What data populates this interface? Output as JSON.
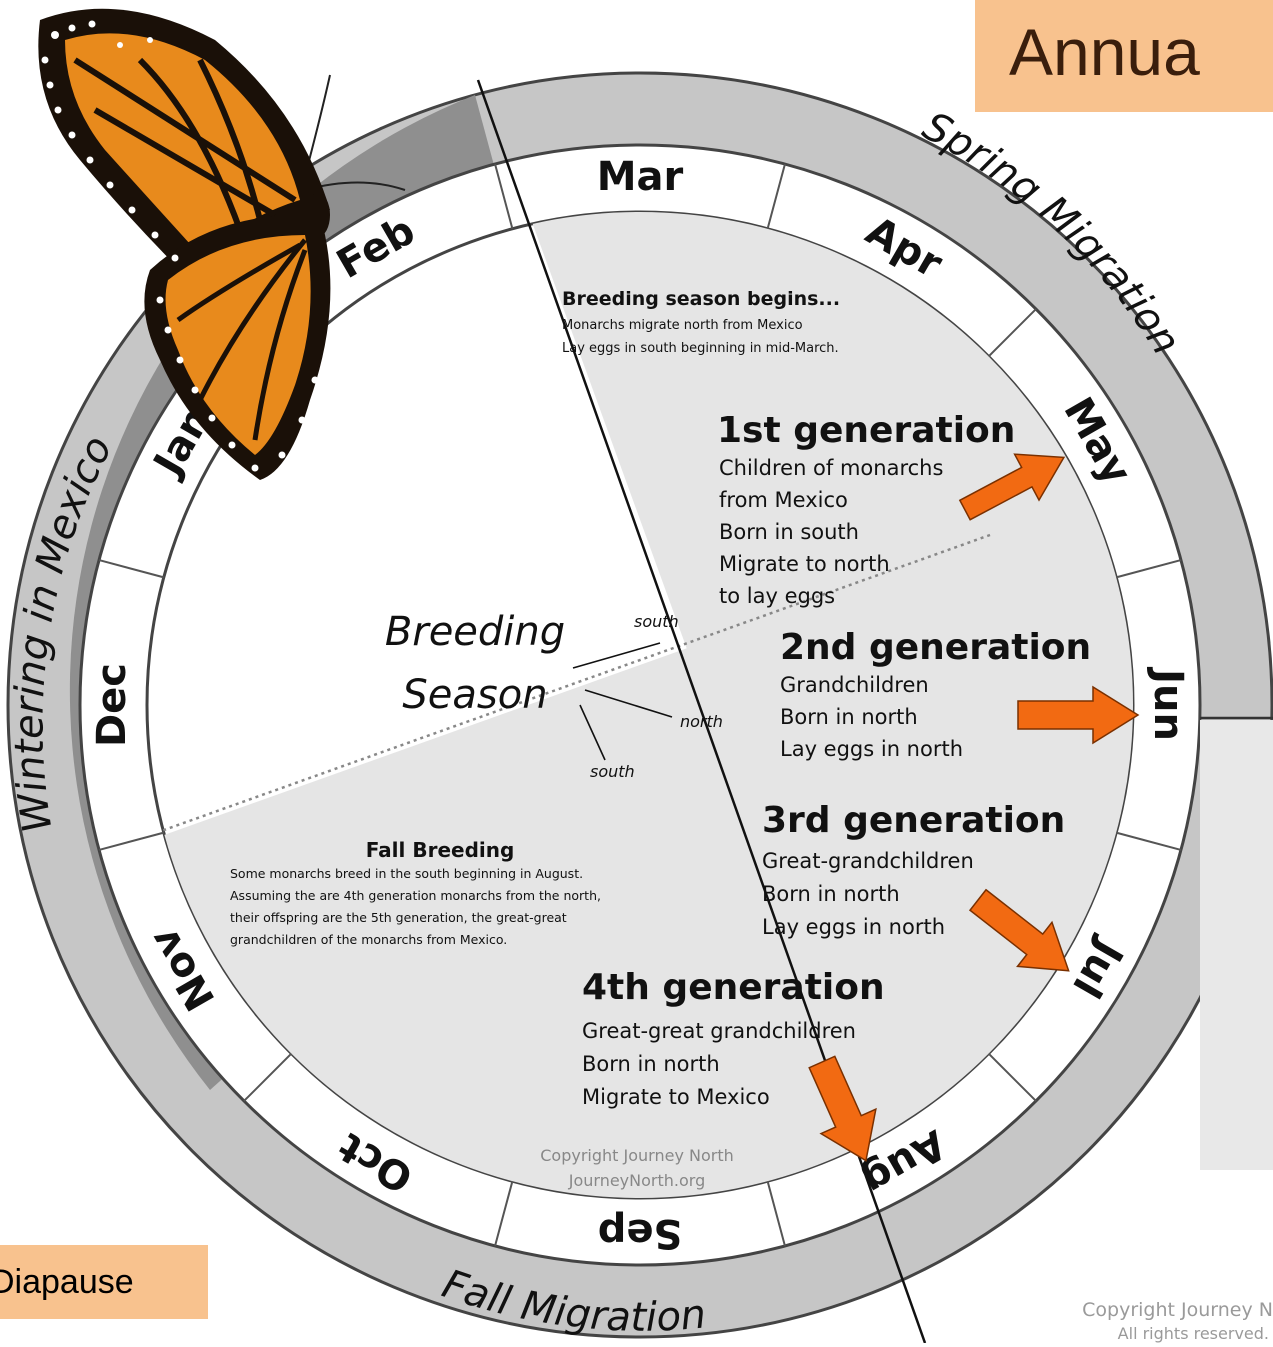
{
  "title": "Annua",
  "diapause_label": "Diapause",
  "months": [
    "Jan",
    "Feb",
    "Mar",
    "Apr",
    "May",
    "Jun",
    "Jul",
    "Aug",
    "Sep",
    "Oct",
    "Nov",
    "Dec"
  ],
  "seasons": {
    "spring": "Spring Migration",
    "fall": "Fall Migration",
    "winter": "Wintering in Mexico"
  },
  "center": {
    "line1": "Breeding",
    "line2": "Season",
    "south_top": "south",
    "north": "north",
    "south_bottom": "south"
  },
  "breeding_begins": {
    "heading": "Breeding season begins...",
    "lines": [
      "Monarchs migrate north from Mexico",
      "Lay eggs in south beginning in mid-March."
    ]
  },
  "generations": [
    {
      "heading": "1st generation",
      "lines": [
        "Children of monarchs",
        "from Mexico",
        "Born in south",
        "Migrate to north",
        "to lay eggs"
      ]
    },
    {
      "heading": "2nd generation",
      "lines": [
        "Grandchildren",
        "Born in north",
        "Lay eggs in north"
      ]
    },
    {
      "heading": "3rd generation",
      "lines": [
        "Great-grandchildren",
        "Born in north",
        "Lay eggs in north"
      ]
    },
    {
      "heading": "4th generation",
      "lines": [
        "Great-great grandchildren",
        "Born in north",
        "Migrate to Mexico"
      ]
    }
  ],
  "fall_breeding": {
    "heading": "Fall Breeding",
    "lines": [
      "Some monarchs breed in the south beginning in August.",
      "Assuming the are 4th generation monarchs from the north,",
      "their offspring are the 5th generation, the great-great",
      "grandchildren of the monarchs from Mexico."
    ]
  },
  "copyright_center": [
    "Copyright Journey North",
    "JourneyNorth.org"
  ],
  "copyright_corner": [
    "Copyright Journey N",
    "All rights reserved."
  ],
  "colors": {
    "outer_ring": "#c6c6c6",
    "dark_band": "#8f8f8f",
    "shaded": "#e5e5e5",
    "arrow": "#f26a12",
    "box": "#f8c28e",
    "butterfly_orange": "#e88a1c"
  }
}
